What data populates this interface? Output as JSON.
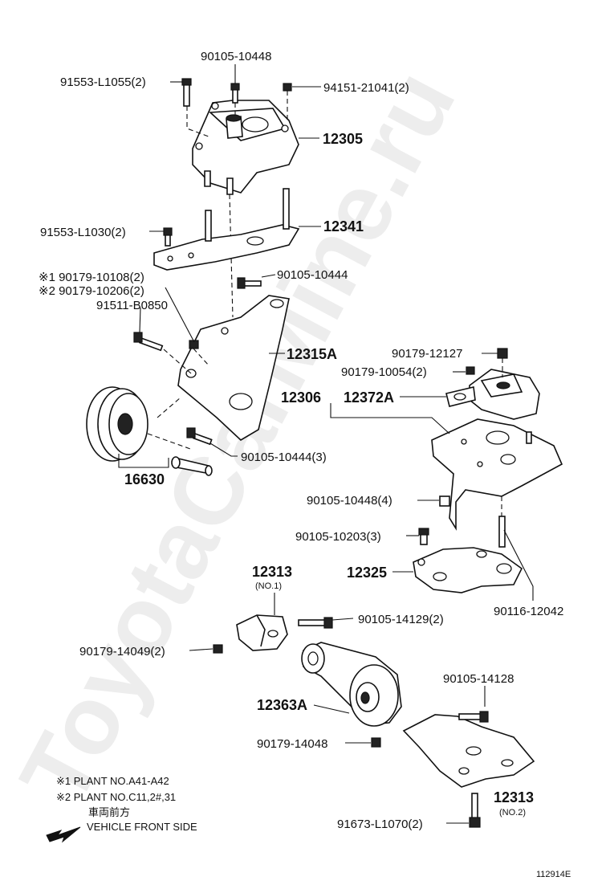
{
  "watermark": "ToyotaCarMine.ru",
  "labels": {
    "p90105_10448": "90105-10448",
    "p91553_L1055": "91553-L1055(2)",
    "p94151_21041": "94151-21041(2)",
    "p12305": "12305",
    "p12341": "12341",
    "p91553_L1030": "91553-L1030(2)",
    "p90179_10108": "※1 90179-10108(2)",
    "p90179_10206": "※2 90179-10206(2)",
    "p91511_B0850": "91511-B0850",
    "p90105_10444": "90105-10444",
    "p12315A": "12315A",
    "p90179_12127": "90179-12127",
    "p90179_10054": "90179-10054(2)",
    "p12306": "12306",
    "p12372A": "12372A",
    "p90105_10444_3": "90105-10444(3)",
    "p16630": "16630",
    "p90105_10448_4": "90105-10448(4)",
    "p90105_10203": "90105-10203(3)",
    "p12325": "12325",
    "p12313_no1": "12313",
    "no1": "(NO.1)",
    "p90116_12042": "90116-12042",
    "p90105_14129": "90105-14129(2)",
    "p90179_14049": "90179-14049(2)",
    "p90105_14128": "90105-14128",
    "p12363A": "12363A",
    "p90179_14048": "90179-14048",
    "p12313_no2": "12313",
    "no2": "(NO.2)",
    "p91673_L1070": "91673-L1070(2)"
  },
  "notes": {
    "note1": "※1  PLANT NO.A41-A42",
    "note2": "※2  PLANT NO.C11,2#,31",
    "front_jp": "車両前方",
    "front_en": "VEHICLE FRONT SIDE"
  },
  "figure_id": "112914E"
}
